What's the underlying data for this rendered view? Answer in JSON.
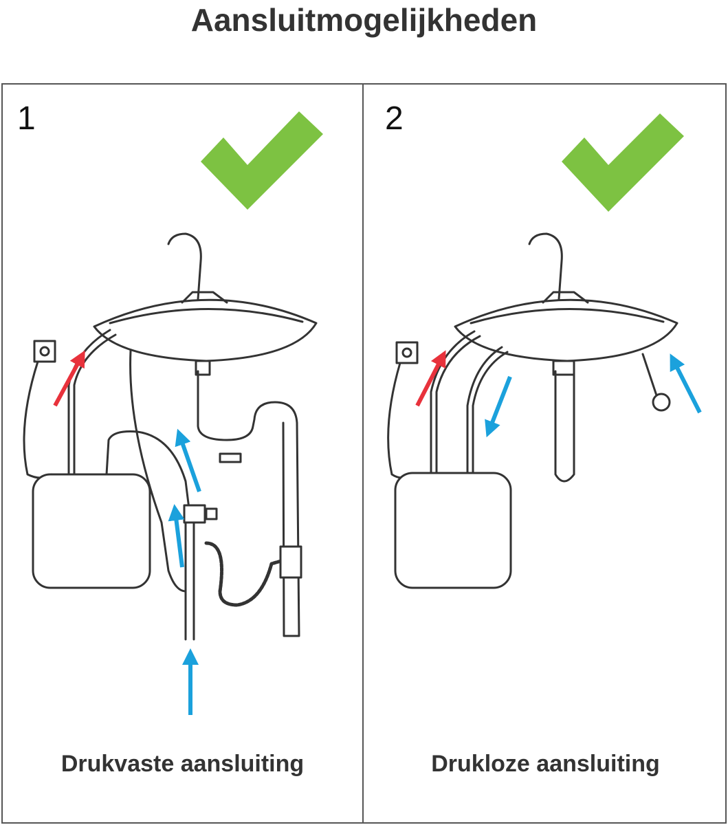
{
  "title": "Aansluitmogelijkheden",
  "colors": {
    "check": "#7dc242",
    "hot_arrow": "#e8323c",
    "cold_arrow": "#1ba1dc",
    "line": "#333333"
  },
  "panels": [
    {
      "number": "1",
      "caption": "Drukvaste aansluiting",
      "icon": "checkmark-icon"
    },
    {
      "number": "2",
      "caption": "Drukloze aansluiting",
      "icon": "checkmark-icon"
    }
  ]
}
